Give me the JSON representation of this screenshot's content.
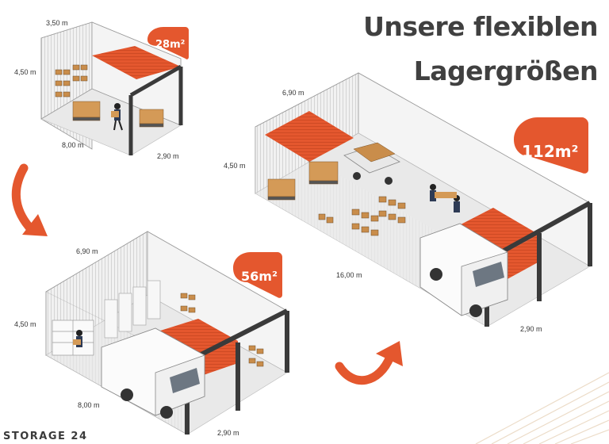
{
  "headline": {
    "line1": "Unsere flexiblen",
    "line2": "Lagergrößen"
  },
  "units": [
    {
      "area": "28m²",
      "width": "3,50 m",
      "height": "4,50 m",
      "length": "8,00 m",
      "door_width": "2,90 m"
    },
    {
      "area": "56m²",
      "width": "6,90 m",
      "height": "4,50 m",
      "length": "8,00 m",
      "door_width": "2,90 m"
    },
    {
      "area": "112m²",
      "width": "6,90 m",
      "height": "4,50 m",
      "length": "16,00 m",
      "door_width": "2,90 m"
    }
  ],
  "brand": {
    "logo_text": "STORAGE 24"
  },
  "colors": {
    "accent": "#e4572e",
    "title": "#404040",
    "wall": "#eeeeee",
    "frame": "#3a3a3a"
  }
}
